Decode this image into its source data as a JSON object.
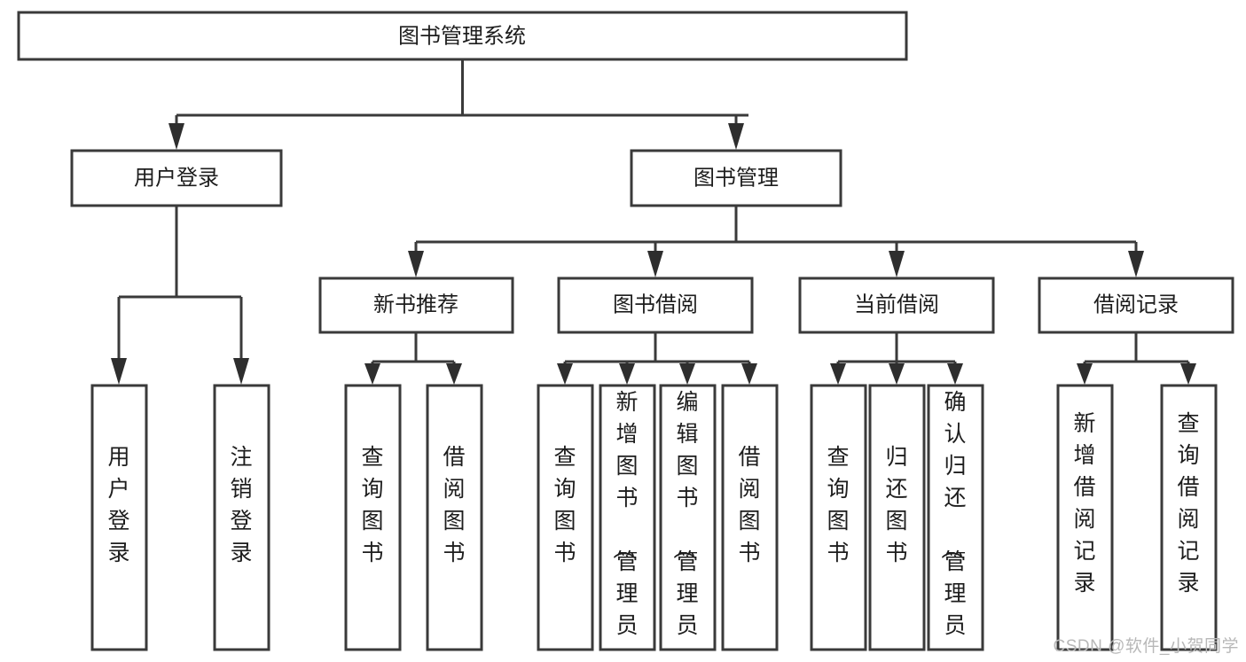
{
  "diagram": {
    "title": "图书管理系统",
    "type": "tree-hierarchy",
    "watermark": "CSDN @软件_小贺同学",
    "colors": {
      "box_stroke": "#3a3a3a",
      "box_fill": "#ffffff",
      "connector": "#3a3a3a",
      "text": "#1d1d1d",
      "watermark": "#b8b8b8",
      "background": "#ffffff"
    },
    "levels": {
      "root": {
        "label": "图书管理系统"
      },
      "level2": [
        {
          "id": "user-login",
          "label": "用户登录"
        },
        {
          "id": "book-management",
          "label": "图书管理"
        }
      ],
      "level3": [
        {
          "id": "new-book-recommend",
          "label": "新书推荐",
          "parent": "book-management"
        },
        {
          "id": "book-borrow",
          "label": "图书借阅",
          "parent": "book-management"
        },
        {
          "id": "current-borrow",
          "label": "当前借阅",
          "parent": "book-management"
        },
        {
          "id": "borrow-record",
          "label": "借阅记录",
          "parent": "book-management"
        }
      ],
      "leaves": [
        {
          "id": "leaf-user-login",
          "label": "用户登录",
          "parent": "user-login"
        },
        {
          "id": "leaf-user-logout",
          "label": "注销登录",
          "parent": "user-login"
        },
        {
          "id": "leaf-query-book-1",
          "label": "查询图书",
          "parent": "new-book-recommend"
        },
        {
          "id": "leaf-borrow-book-1",
          "label": "借阅图书",
          "parent": "new-book-recommend"
        },
        {
          "id": "leaf-query-book-2",
          "label": "查询图书",
          "parent": "book-borrow"
        },
        {
          "id": "leaf-add-book",
          "label": "新增图书（管理员）",
          "parent": "book-borrow"
        },
        {
          "id": "leaf-edit-book",
          "label": "编辑图书（管理员）",
          "parent": "book-borrow"
        },
        {
          "id": "leaf-borrow-book-2",
          "label": "借阅图书",
          "parent": "book-borrow"
        },
        {
          "id": "leaf-query-book-3",
          "label": "查询图书",
          "parent": "current-borrow"
        },
        {
          "id": "leaf-return-book",
          "label": "归还图书",
          "parent": "current-borrow"
        },
        {
          "id": "leaf-confirm-return",
          "label": "确认归还（管理员）",
          "parent": "current-borrow"
        },
        {
          "id": "leaf-add-record",
          "label": "新增借阅记录",
          "parent": "borrow-record"
        },
        {
          "id": "leaf-query-record",
          "label": "查询借阅记录",
          "parent": "borrow-record"
        }
      ]
    }
  }
}
